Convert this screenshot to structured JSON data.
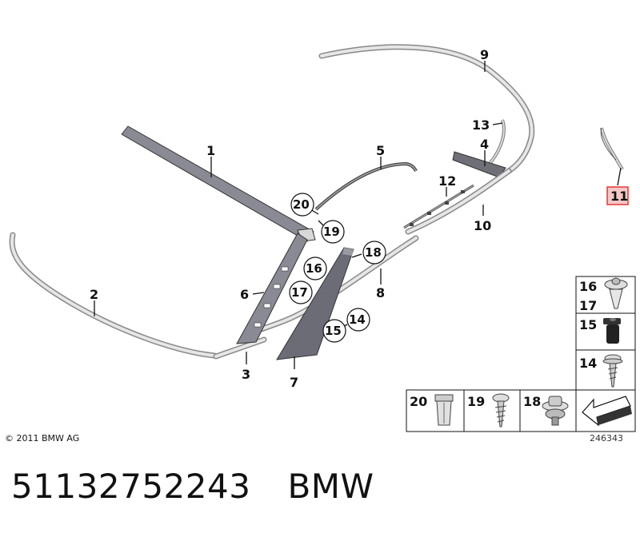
{
  "diagram": {
    "part_labels": [
      {
        "id": "1",
        "text": "1"
      },
      {
        "id": "2",
        "text": "2"
      },
      {
        "id": "3",
        "text": "3"
      },
      {
        "id": "4",
        "text": "4"
      },
      {
        "id": "5",
        "text": "5"
      },
      {
        "id": "6",
        "text": "6"
      },
      {
        "id": "7",
        "text": "7"
      },
      {
        "id": "8",
        "text": "8"
      },
      {
        "id": "9",
        "text": "9"
      },
      {
        "id": "10",
        "text": "10"
      },
      {
        "id": "11",
        "text": "11"
      },
      {
        "id": "12",
        "text": "12"
      },
      {
        "id": "13",
        "text": "13"
      }
    ],
    "circled_labels": [
      "20",
      "19",
      "16",
      "17",
      "18",
      "14",
      "15"
    ],
    "highlight_color": "#e53935",
    "strip_color": "#c9c9c9",
    "dark_part_color": "#7d7d86"
  },
  "legend": {
    "right_column": [
      {
        "labels": [
          "16",
          "17"
        ],
        "icon": "push-clip-icon"
      },
      {
        "labels": [
          "15"
        ],
        "icon": "expansion-nut-icon"
      },
      {
        "labels": [
          "14"
        ],
        "icon": "screw-with-washer-icon"
      }
    ],
    "bottom_row": [
      {
        "labels": [
          "20"
        ],
        "icon": "expanding-rivet-icon"
      },
      {
        "labels": [
          "19"
        ],
        "icon": "self-tapping-screw-icon"
      },
      {
        "labels": [
          "18"
        ],
        "icon": "clip-with-seal-icon"
      },
      {
        "labels": [],
        "icon": "orientation-arrow-icon"
      }
    ]
  },
  "footer": {
    "copyright": "© 2011 BMW AG",
    "drawing_number": "246343",
    "part_number": "51132752243",
    "brand": "BMW"
  }
}
